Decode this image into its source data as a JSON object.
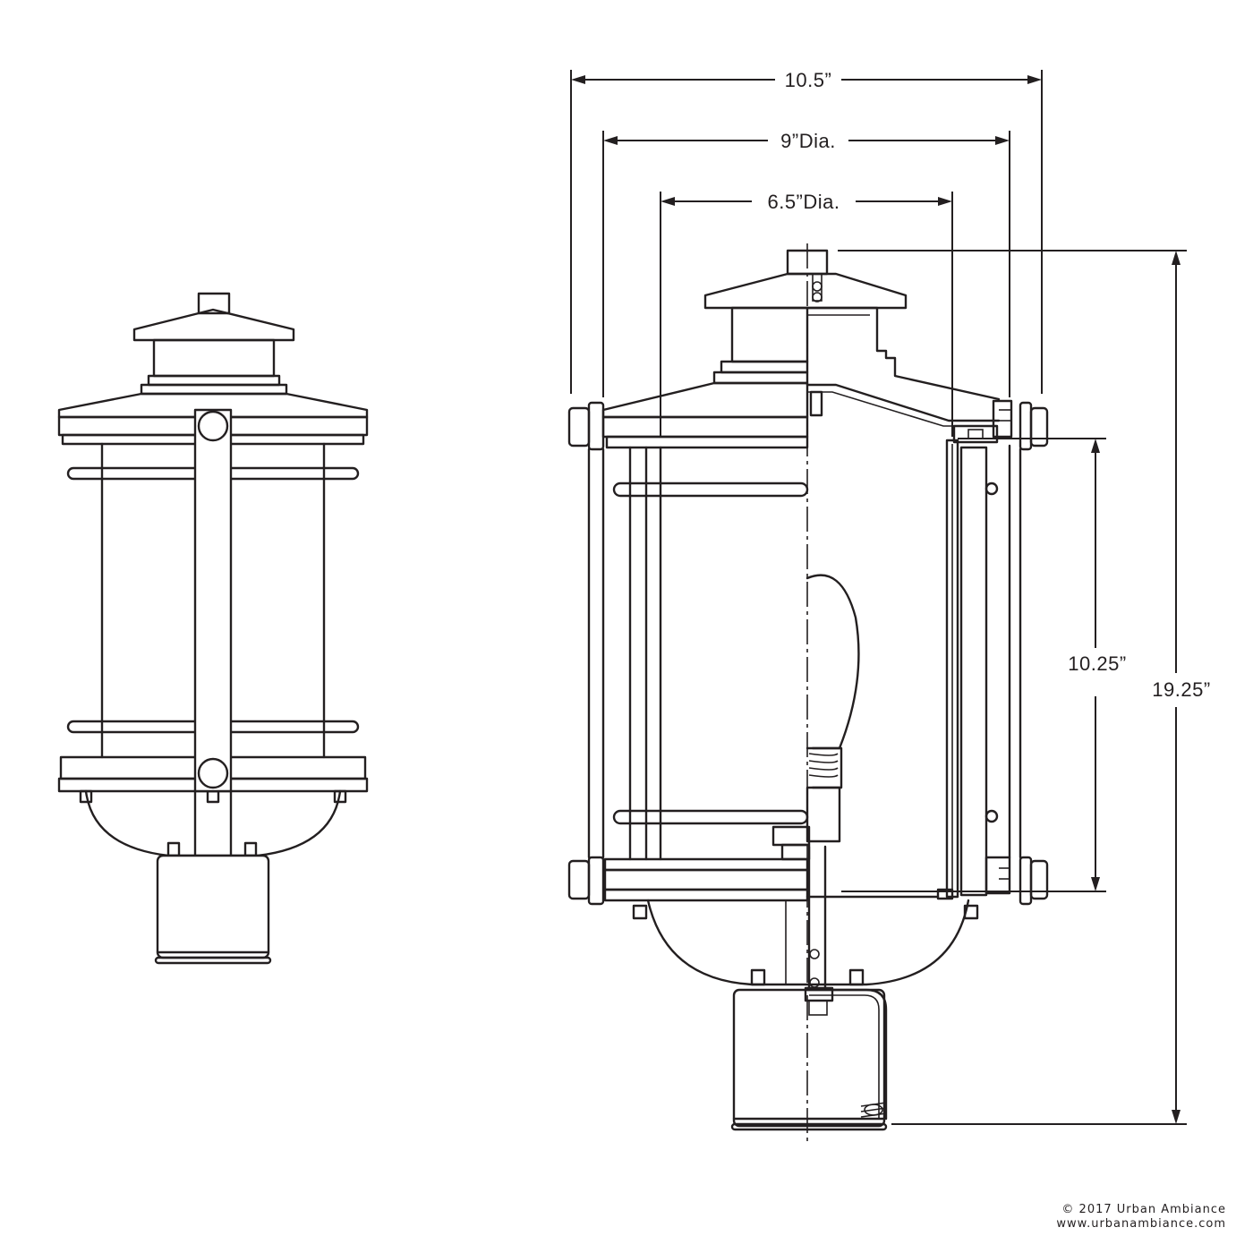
{
  "dimensions": {
    "overall_width": "10.5”",
    "outer_diameter": "9”Dia.",
    "inner_diameter": "6.5”Dia.",
    "glass_height": "10.25”",
    "overall_height": "19.25”"
  },
  "footer": {
    "copyright": "© 2017 Urban Ambiance",
    "website": "www.urbanambiance.com"
  }
}
